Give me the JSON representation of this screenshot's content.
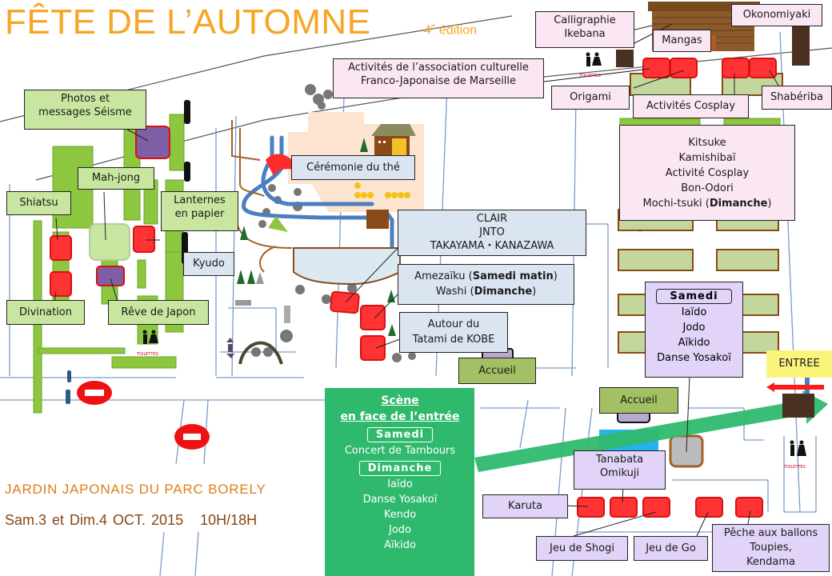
{
  "header": {
    "title": "FÊTE DE L’AUTOMNE",
    "edition_number": "4",
    "edition_sup": "e",
    "edition_text": " édition"
  },
  "footer": {
    "venue": "JARDIN JAPONAIS DU PARC BORELY",
    "dates": "Sam.3 et Dim.4 OCT. 2015   10H/18H"
  },
  "colors": {
    "title": "#f5a623",
    "stand_red": "#ff3333",
    "scene_green": "#2fb96d",
    "path_blue": "#4a7fc1",
    "garden_green": "#8dc63f"
  },
  "labels": {
    "calligraphie": [
      "Calligraphie",
      "Ikebana"
    ],
    "okonomiyaki": "Okonomiyaki",
    "mangas": "Mangas",
    "association": [
      "Activités de l’association culturelle",
      "Franco-Japonaise de Marseille"
    ],
    "origami": "Origami",
    "activites_cosplay": "Activités Cosplay",
    "shaberiba": "Shabériba",
    "photos_seisme": [
      "Photos et",
      "messages Séisme"
    ],
    "mahjong": "Mah-jong",
    "shiatsu": "Shiatsu",
    "lanternes": [
      "Lanternes",
      "en papier"
    ],
    "kyudo": "Kyudo",
    "divination": "Divination",
    "reve_japon": "Rêve de Japon",
    "ceremonie_the": "Cérémonie du thé",
    "clair": [
      "CLAIR",
      "JNTO",
      "TAKAYAMA・KANAZAWA"
    ],
    "amezaiku": {
      "name1": "Amezaïku (",
      "bold1": "Samedi matin",
      "end1": ")",
      "name2": "Washi (",
      "bold2": "Dimanche",
      "end2": ")"
    },
    "kobe": [
      "Autour du",
      "Tatami de KOBE"
    ],
    "accueil_1": "Accueil",
    "accueil_2": "Accueil",
    "kitsuke_list": [
      "Kitsuke",
      "Kamishibaï",
      "Activité Cosplay",
      "Bon-Odori"
    ],
    "mochi": {
      "name": "Mochi-tsuki (",
      "bold": "Dimanche",
      "end": ")"
    },
    "entree": "ENTREE",
    "tanabata": [
      "Tanabata",
      "Omikuji"
    ],
    "karuta": "Karuta",
    "shogi": "Jeu de Shogi",
    "go": "Jeu de Go",
    "peche": [
      "Pêche aux ballons",
      "Toupies,",
      "Kendama"
    ],
    "toilettes": "TOILETTES"
  },
  "samedi_box": {
    "day": "Samedi",
    "items": [
      "Iaïdo",
      "Jodo",
      "Aïkido",
      "Danse Yosakoï"
    ]
  },
  "scene": {
    "title_1": "Scène",
    "title_2": "en face de l’entrée",
    "saturday_label": "Samedi",
    "saturday_items": [
      "Concert de Tambours"
    ],
    "sunday_label": "Dimanche",
    "sunday_items": [
      "Iaïdo",
      "Danse Yosakoï",
      "Kendo",
      "Jodo",
      "Aïkido"
    ]
  }
}
